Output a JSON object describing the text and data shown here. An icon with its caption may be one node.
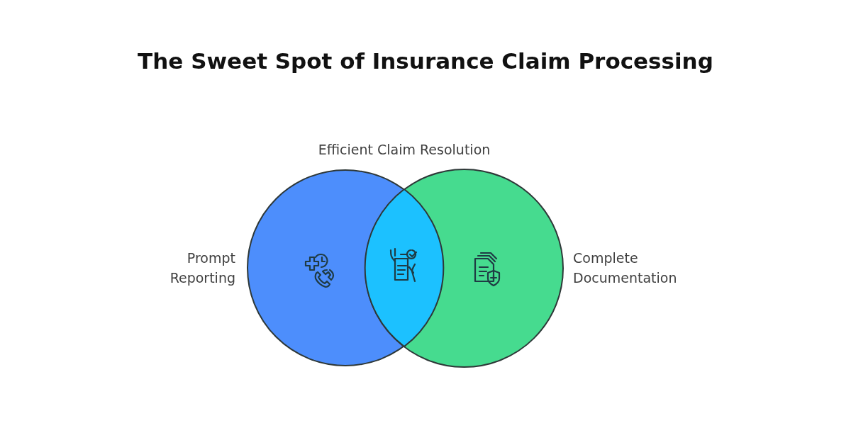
{
  "diagram": {
    "title": "The Sweet Spot of Insurance Claim Processing",
    "nodes": [
      {
        "text": [],
        "shape": "circle",
        "beside": [
          "Prompt Reporting"
        ]
      },
      {
        "text": [],
        "shape": "circle",
        "beside": [
          "Complete Documentation"
        ]
      },
      {
        "text": [],
        "shape": "lens"
      }
    ],
    "labels": [
      "Efficient Claim Resolution"
    ]
  }
}
